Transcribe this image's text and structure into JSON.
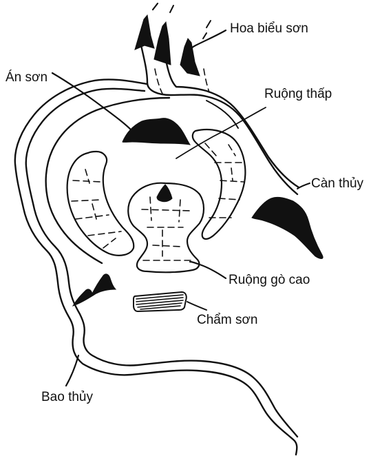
{
  "labels": {
    "hoa_bieu_son": "Hoa biểu sơn",
    "an_son": "Án sơn",
    "ruong_thap": "Ruộng thấp",
    "can_thuy": "Càn thủy",
    "ruong_go_cao": "Ruộng gò cao",
    "cham_son": "Chẩm sơn",
    "bao_thuy": "Bao thủy"
  },
  "colors": {
    "ink": "#111111",
    "paper": "#ffffff"
  }
}
